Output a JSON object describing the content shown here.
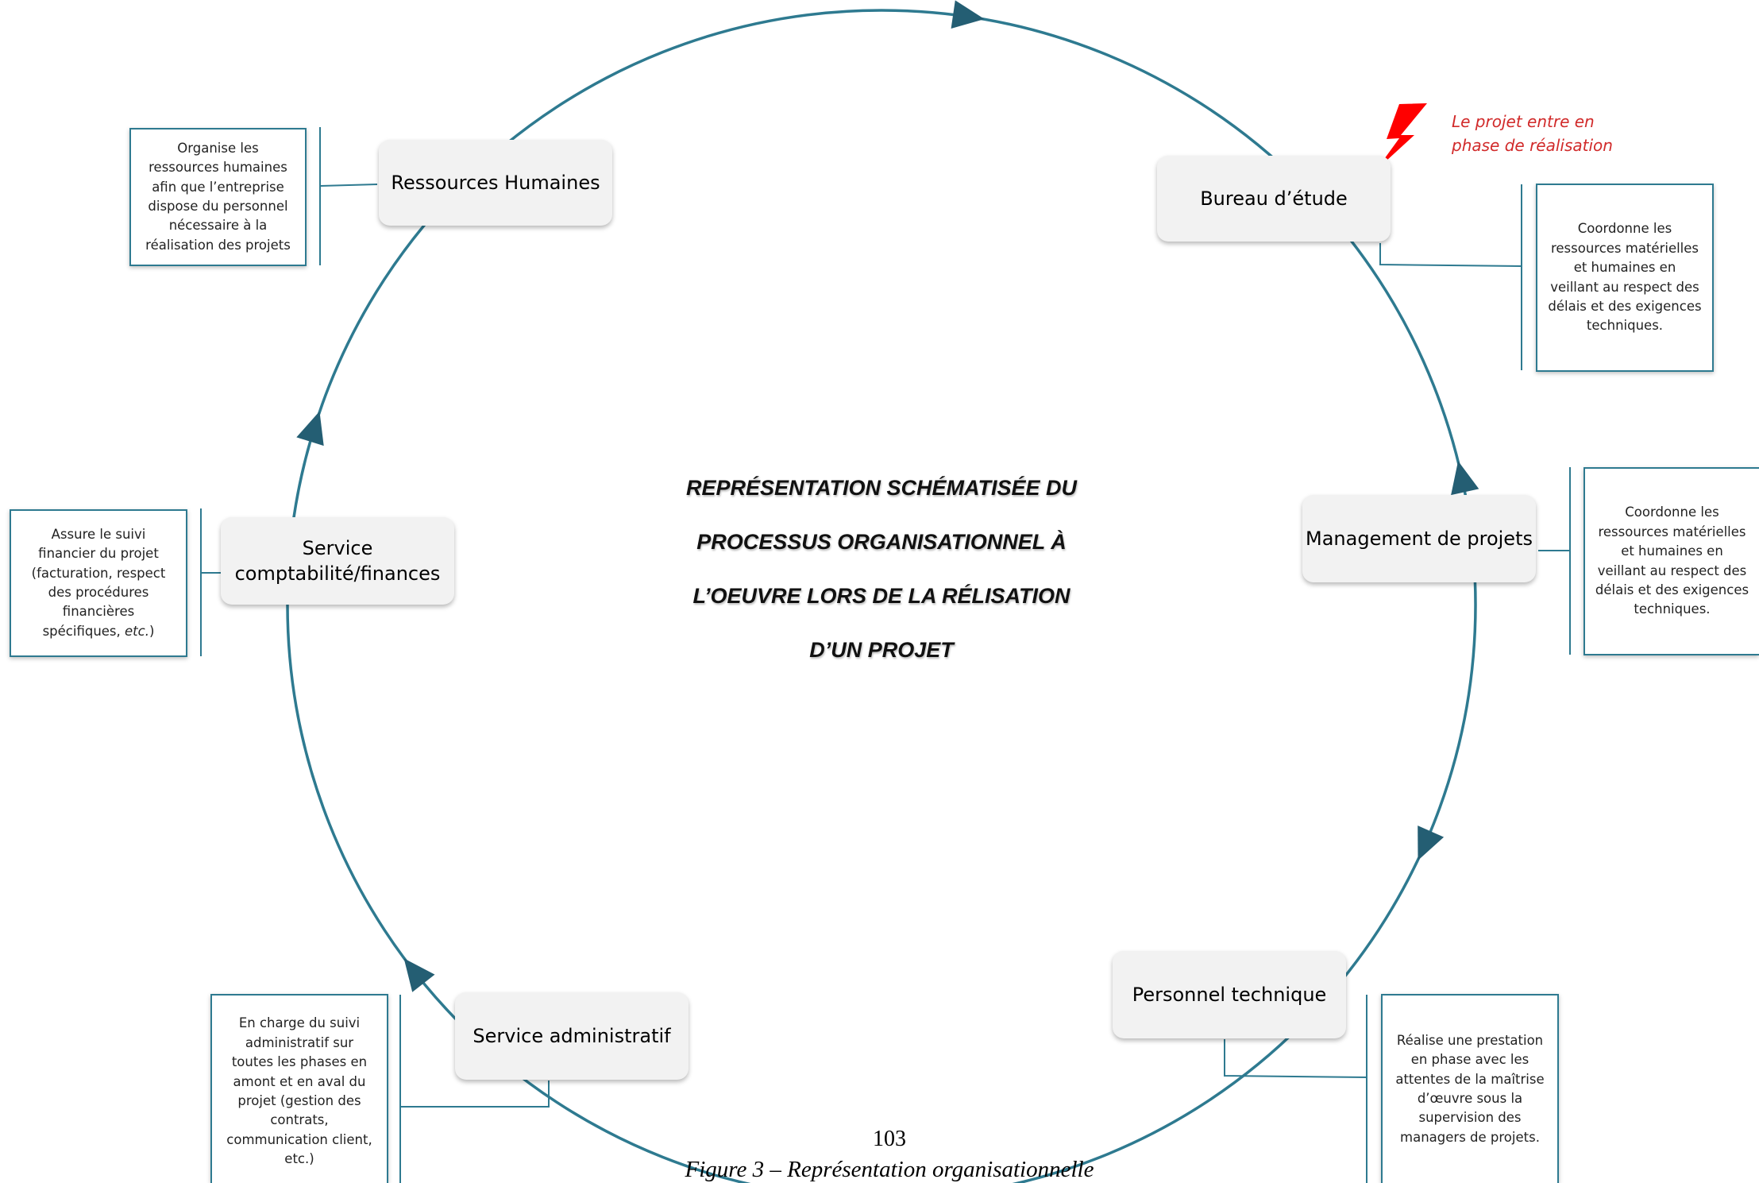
{
  "title_lines": [
    "REPRÉSENTATION SCHÉMATISÉE DU",
    "PROCESSUS ORGANISATIONNEL À",
    "L’OEUVRE LORS DE LA RÉLISATION",
    "D’UN PROJET"
  ],
  "alert": {
    "line1": "Le projet entre en",
    "line2": "phase de réalisation"
  },
  "nodes": {
    "rh": "Ressources Humaines",
    "bureau": "Bureau d’étude",
    "management": "Management de projets",
    "personnel": "Personnel technique",
    "administratif": "Service administratif",
    "comptabilite_line1": "Service",
    "comptabilite_line2": "comptabilité/finances"
  },
  "notes": {
    "rh": [
      "Organise les",
      "ressources humaines",
      "afin que l’entreprise",
      "dispose du personnel",
      "nécessaire à la",
      "réalisation des projets"
    ],
    "bureau": [
      "Coordonne les",
      "ressources matérielles",
      "et humaines en",
      "veillant au respect des",
      "délais et des exigences",
      "techniques."
    ],
    "management": [
      "Coordonne les",
      "ressources matérielles",
      "et humaines en",
      "veillant au respect des",
      "délais et des exigences",
      "techniques."
    ],
    "personnel": [
      "Réalise une prestation",
      "en phase avec les",
      "attentes de la maîtrise",
      "d’œuvre sous la",
      "supervision des",
      "managers de projets."
    ],
    "administratif": [
      "En charge du suivi",
      "administratif sur",
      "toutes les phases en",
      "amont et en aval du",
      "projet (gestion des",
      "contrats,",
      "communication client,",
      "etc.)"
    ],
    "comptabilite": {
      "lines": [
        "Assure le suivi",
        "financier du projet",
        "(facturation, respect",
        "des procédures",
        "financières"
      ],
      "last_prefix": "spécifiques,",
      "last_italic": "etc.",
      "last_suffix": ")"
    }
  },
  "page_number": "103",
  "caption": "Figure 3 – Représentation organisationnelle",
  "colors": {
    "circle": "#2e7a90",
    "arrow": "#245e73",
    "alert": "#ff0000",
    "alert_text": "#d12a2a",
    "node_bg": "#f2f2f2"
  }
}
